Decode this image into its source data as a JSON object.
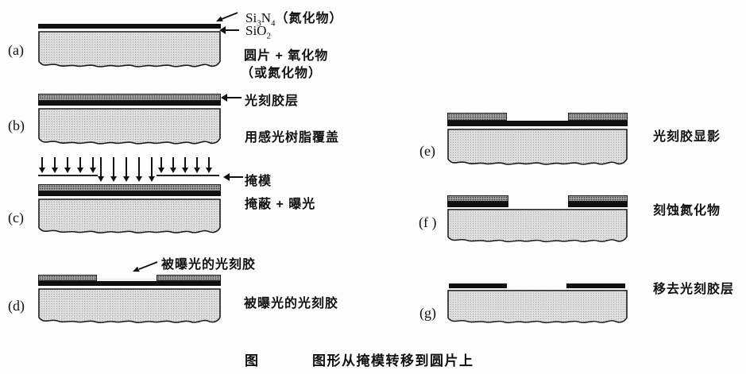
{
  "figure": {
    "caption_prefix": "图",
    "caption_title": "图形从掩模转移到圆片上"
  },
  "formulas": {
    "si3n4": {
      "p1": "Si",
      "s1": "3",
      "p2": "N",
      "s2": "4",
      "suffix": "（氮化物）"
    },
    "sio2": {
      "p1": "SiO",
      "s1": "2"
    }
  },
  "steps": [
    {
      "id": "(a)",
      "annotations": [
        "圆片 + 氧化物",
        "（或氮化物）"
      ]
    },
    {
      "id": "(b)",
      "annotations": [
        "光刻胶层",
        "用感光树脂覆盖"
      ]
    },
    {
      "id": "(c)",
      "annotations": [
        "掩模",
        "掩蔽 + 曝光"
      ]
    },
    {
      "id": "(d)",
      "annotations": [
        "被曝光的光刻胶",
        "被曝光的光刻胶"
      ]
    },
    {
      "id": "(e)",
      "annotations": [
        "光刻胶显影"
      ]
    },
    {
      "id": "(f )",
      "annotations": [
        "刻蚀氮化物"
      ]
    },
    {
      "id": "(g)",
      "annotations": [
        "移去光刻胶层"
      ]
    }
  ],
  "colors": {
    "ink": "#111111",
    "nitride": "#101010",
    "wafer_fill": "#e3e3e3",
    "resist_fill": "#a0a0a0"
  }
}
